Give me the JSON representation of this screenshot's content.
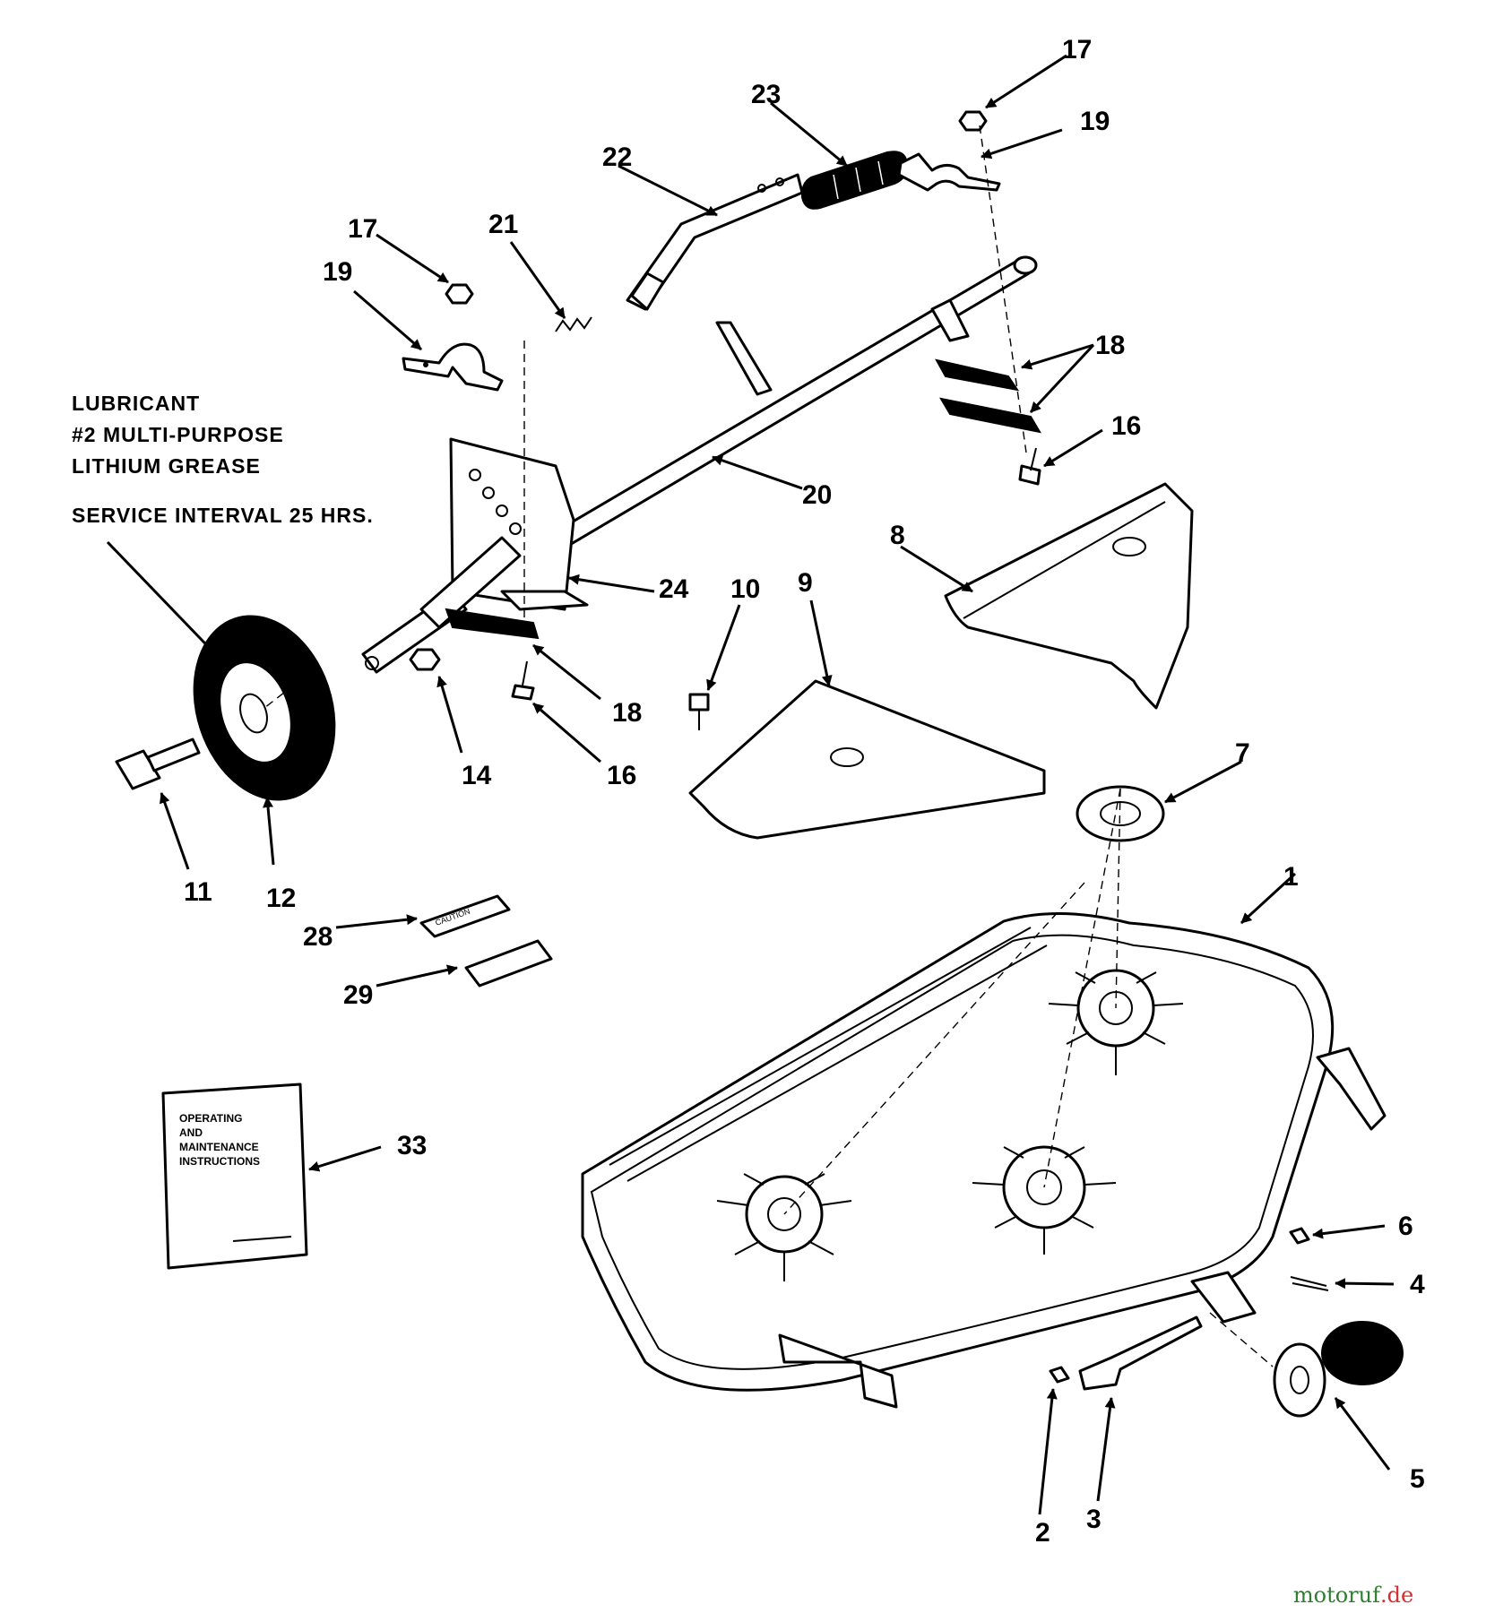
{
  "lubricant_note": {
    "line1": "LUBRICANT",
    "line2": "#2 MULTI-PURPOSE",
    "line3": "LITHIUM GREASE",
    "line4": "SERVICE INTERVAL 25 HRS."
  },
  "manual": {
    "line1": "OPERATING",
    "line2": "AND",
    "line3": "MAINTENANCE",
    "line4": "INSTRUCTIONS"
  },
  "decal_text": "CAUTION",
  "callouts": {
    "c1": "1",
    "c2": "2",
    "c3": "3",
    "c4": "4",
    "c5": "5",
    "c6": "6",
    "c7": "7",
    "c8": "8",
    "c9": "9",
    "c10": "10",
    "c11": "11",
    "c12": "12",
    "c14": "14",
    "c16a": "16",
    "c16b": "16",
    "c17a": "17",
    "c17b": "17",
    "c18a": "18",
    "c18b": "18",
    "c19a": "19",
    "c19b": "19",
    "c20": "20",
    "c21": "21",
    "c22": "22",
    "c23": "23",
    "c24": "24",
    "c28": "28",
    "c29": "29",
    "c33": "33"
  },
  "watermark": {
    "brand": "motoruf",
    "tld": ".de",
    "brand_color": "#2e7d32",
    "tld_color": "#d32f2f"
  }
}
